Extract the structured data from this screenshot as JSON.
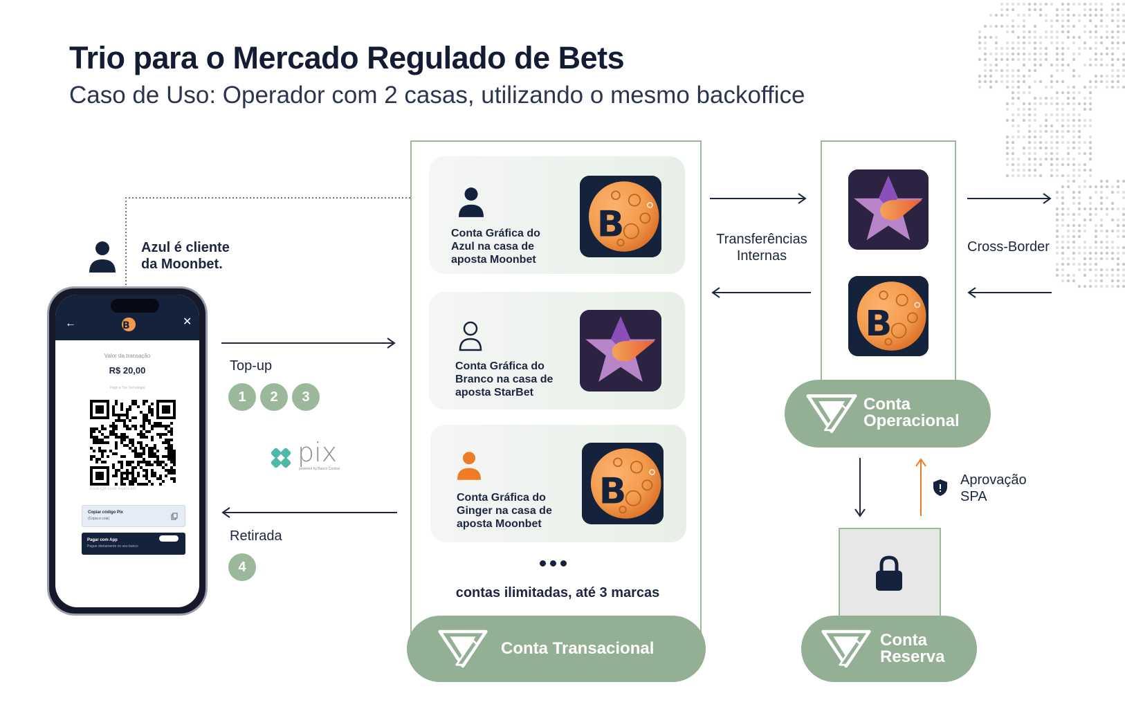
{
  "header": {
    "title": "Trio para o Mercado Regulado de Bets",
    "subtitle": "Caso de Uso: Operador com 2 casas, utilizando o mesmo backoffice"
  },
  "client": {
    "caption_line1": "Azul é cliente",
    "caption_line2": "da Moonbet."
  },
  "phone": {
    "amount_label": "Valor da transação",
    "amount": "R$ 20,00",
    "paid_to": "Pago a Trio Tecnologia",
    "qr_note": "Esse QR code expira em",
    "copy_button_title": "Copiar código Pix",
    "copy_button_sub": "(Copia e cola)",
    "app_button_title": "Pagar com App",
    "app_button_sub": "Pague diretamente no seu banco"
  },
  "flows": {
    "topup_label": "Top-up",
    "topup_steps": [
      "1",
      "2",
      "3"
    ],
    "withdraw_label": "Retirada",
    "withdraw_steps": [
      "4"
    ],
    "pix_word": "pix",
    "pix_sub": "powered by Banco Central"
  },
  "transactional": {
    "cards": [
      {
        "line1": "Conta Gráfica do",
        "line2": "Azul na casa de",
        "line3": "aposta Moonbet",
        "brand_icon": "moonbet-logo-icon",
        "user_icon": "user-filled-navy-icon"
      },
      {
        "line1": "Conta Gráfica do",
        "line2": "Branco na casa de",
        "line3": "aposta StarBet",
        "brand_icon": "starbet-logo-icon",
        "user_icon": "user-outline-icon"
      },
      {
        "line1": "Conta Gráfica do",
        "line2": "Ginger na casa de",
        "line3": "aposta Moonbet",
        "brand_icon": "moonbet-logo-icon",
        "user_icon": "user-filled-orange-icon"
      }
    ],
    "unlimited_note": "contas ilimitadas, até 3 marcas",
    "pill_label": "Conta Transacional"
  },
  "internal_transfers": {
    "line1": "Transferências",
    "line2": "Internas"
  },
  "operational": {
    "pill_line1": "Conta",
    "pill_line2": "Operacional"
  },
  "cross_border": {
    "label": "Cross-Border"
  },
  "approval": {
    "line1": "Aprovação",
    "line2": "SPA"
  },
  "reserve": {
    "pill_line1": "Conta",
    "pill_line2": "Reserva"
  },
  "colors": {
    "navy": "#14223b",
    "green_pill": "#94b094",
    "panel_border": "#9bb89a",
    "orange": "#f07b26",
    "star_bg": "#2c2342"
  }
}
